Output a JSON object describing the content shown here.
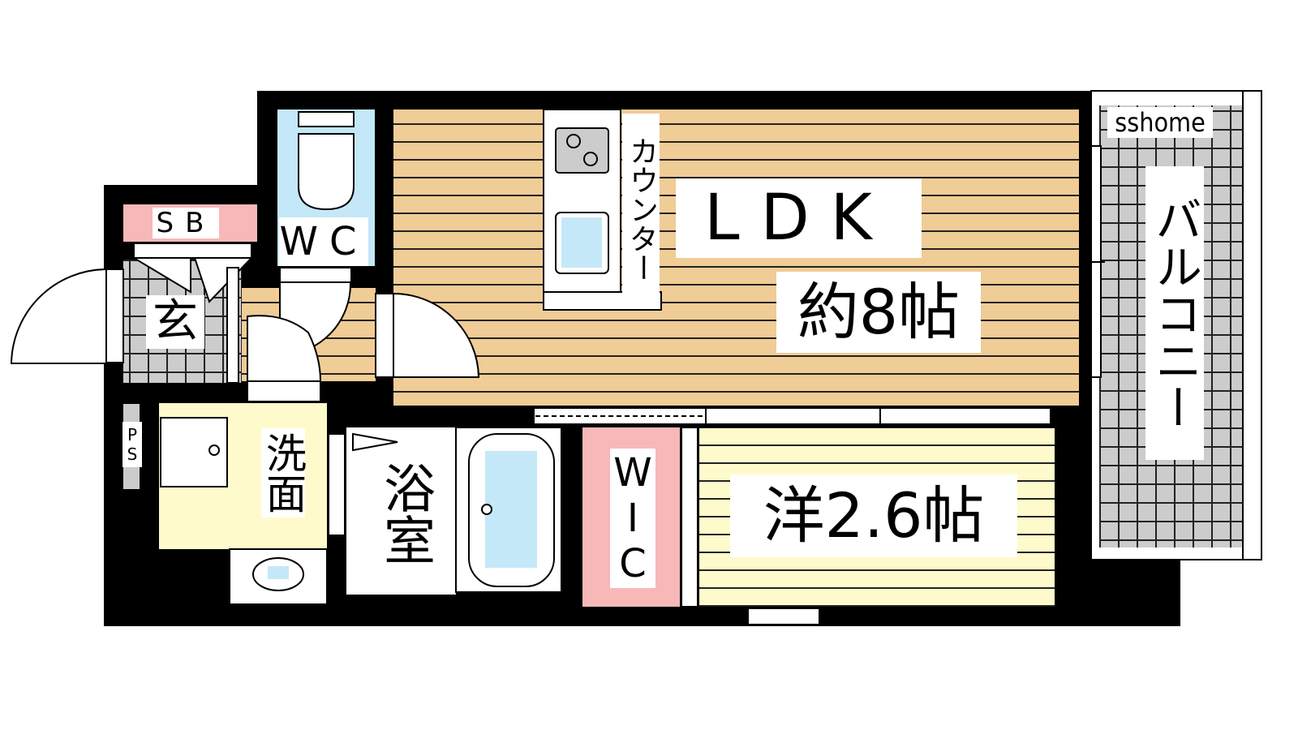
{
  "floorplan": {
    "rooms": {
      "ldk": {
        "name": "LDK",
        "size": "約8帖"
      },
      "western": {
        "size": "洋2.6帖"
      },
      "wc": {
        "name": "WC"
      },
      "shoe_box": {
        "name": "SB"
      },
      "entrance": {
        "name": "玄"
      },
      "pipe_space": {
        "name": "PS"
      },
      "washroom": {
        "name": "洗面"
      },
      "bathroom": {
        "name": "浴室"
      },
      "walk_in_closet": {
        "name": "WIC"
      },
      "counter": {
        "name": "カウンター"
      },
      "balcony": {
        "name": "バルコニー"
      }
    },
    "watermark": "sshome",
    "colors": {
      "wall": "#000000",
      "ldk_floor": "#f0cc96",
      "western_floor": "#fffacc",
      "wc_floor": "#c4e8f8",
      "pink": "#f8b8b8",
      "tile": "#cccccc"
    }
  }
}
